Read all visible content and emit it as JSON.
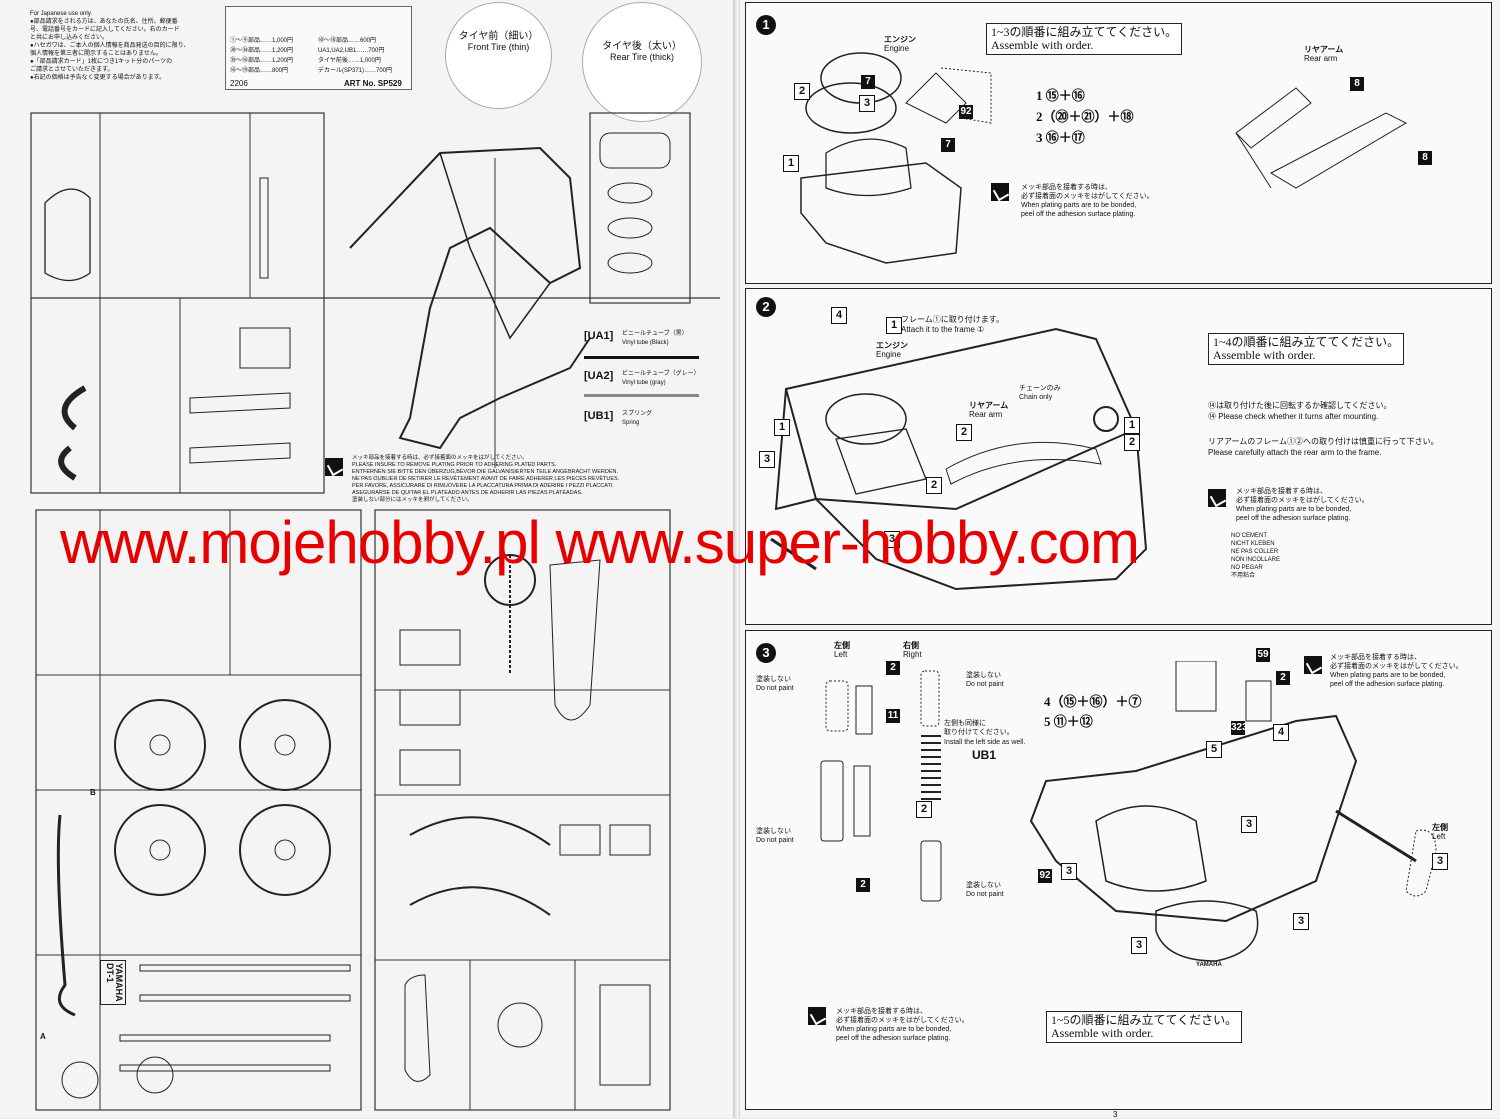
{
  "left_page": {
    "japanese_notice": "For Japanese use only.\n●部品請求をされる方は、あなたの氏名、住所、郵便番\n号、電話番号をカードに記入してください。右のカード\nと共にお申し込みください。\n●ハセガワは、ご本人の個人情報を商品発送の目的に限り、\n個人情報を第三者に開示することはありません。\n●「部品請求カード」1枚につき1キット分のパーツの\nご請求とさせていただきます。\n●右記の価格は予告なく変更する場合があります。",
    "price_list": {
      "left_col": [
        "①～⑨部品……1,000円",
        "⑳～㉞部品……1,200円",
        "㉟～⑯部品……1,200円",
        "⑯～⑲部品……800円"
      ],
      "right_col": [
        "⑩～⑱部品……600円",
        "UA1,UA2,UB1……700円",
        "タイヤ前後……1,000円",
        "デカール(SP371)……700円"
      ],
      "code": "2206",
      "art_no": "ART No. SP529"
    },
    "tires": {
      "front": {
        "jp": "タイヤ前（細い）",
        "en": "Front Tire (thin)"
      },
      "rear": {
        "jp": "タイヤ後（太い）",
        "en": "Rear Tire (thick)"
      }
    },
    "tubes": [
      {
        "code": "[UA1]",
        "jp": "ビニールチューブ（黒）",
        "en": "Vinyl tube (Black)"
      },
      {
        "code": "[UA2]",
        "jp": "ビニールチューブ（グレー）",
        "en": "Vinyl tube (gray)"
      },
      {
        "code": "[UB1]",
        "jp": "スプリング",
        "en": "Spring"
      }
    ],
    "plating_warning": "メッキ部品を接着する時は、必ず接着面のメッキをはがしてください。\nPLEASE INSURE TO REMOVE PLATING PRIOR TO ADHERING PLATED PARTS.\nENTFERNEN SIE BITTE DEN ÜBERZUG,BEVOR DIE GALVANISIERTEN TEILE ANGEBRACHT WERDEN.\nNE PAS OUBLIER DE RETIRER LE REVÊTEMENT AVANT DE FAIRE ADHERER LES PIECES REVÊTUES.\nPER FAVORE, ASSICURARE DI RIMUOVERE LA PLACCATURA PRIMA DI ADERIRE I PEZZI PLACCATI.\nASEGURARSE DE QUITAR EL PLATEADO ANTES DE ADHERIR LAS PIEZAS PLATEADAS.\n塗装しない部分にはメッキを剥がしてください。",
    "runner_labels": {
      "b": "B",
      "a": "A",
      "tank_text": "YAMAHA\nDT-1"
    }
  },
  "right_page": {
    "step1": {
      "number": "1",
      "engine_jp": "エンジン",
      "engine_en": "Engine",
      "order_jp": "1~3の順番に組み立ててください。",
      "order_en": "Assemble with order.",
      "formulas": [
        "1  ⑮＋⑯",
        "2（⑳＋㉑）＋⑱",
        "3  ⑯＋⑰"
      ],
      "rear_arm_jp": "リヤアーム",
      "rear_arm_en": "Rear arm",
      "plating_note": "メッキ部品を接着する時は、\n必ず接着面のメッキをはがしてください。\nWhen plating parts are to be bonded,\npeel off the adhesion surface plating."
    },
    "step2": {
      "number": "2",
      "frame_jp": "フレーム①に取り付けます。",
      "frame_en": "Attach it to the frame ①",
      "engine_jp": "エンジン",
      "engine_en": "Engine",
      "chain_jp": "チェーンのみ",
      "chain_en": "Chain only",
      "rear_arm_jp": "リヤアーム",
      "rear_arm_en": "Rear arm",
      "order_jp": "1~4の順番に組み立ててください。",
      "order_en": "Assemble with order.",
      "note1_jp": "⑭は取り付けた後に回転するか確認してください。",
      "note1_en": "⑭ Please check whether it turns after mounting.",
      "note2_jp": "リアアームのフレーム①②への取り付けは慎重に行って下さい。",
      "note2_en": "Please carefully attach the rear arm to the frame.",
      "plating_note": "メッキ部品を接着する時は、\n必ず接着面のメッキをはがしてください。\nWhen plating parts are to be bonded,\npeel off the adhesion surface plating.",
      "no_glue": "NO CEMENT\nNICHT KLEBEN\nNE PAS COLLER\nNON INCOLLARE\nNO PEGAR\n不用粘合"
    },
    "step3": {
      "number": "3",
      "left_jp": "左側",
      "left_en": "Left",
      "right_jp": "右側",
      "right_en": "Right",
      "no_paint_jp": "塗装しない",
      "no_paint_en": "Do not paint",
      "install_left_jp": "左側も同様に\n取り付けてください。",
      "install_left_en": "Install the left side as well.",
      "spring": "UB1",
      "formulas": [
        "4（⑮＋⑯）＋⑦",
        "5  ⑪＋⑫"
      ],
      "left_side_jp": "左側",
      "left_side_en": "Left",
      "plating_note": "メッキ部品を接着する時は、\n必ず接着面のメッキをはがしてください。\nWhen plating parts are to be bonded,\npeel off the adhesion surface plating.",
      "order_jp": "1~5の順番に組み立ててください。",
      "order_en": "Assemble with order.",
      "cover_text": "YAMAHA"
    },
    "page_number": "3"
  },
  "watermark": "www.mojehobby.pl www.super-hobby.com",
  "colors": {
    "watermark": "#e60000",
    "ink": "#111111",
    "paper": "#f4f4f5"
  }
}
